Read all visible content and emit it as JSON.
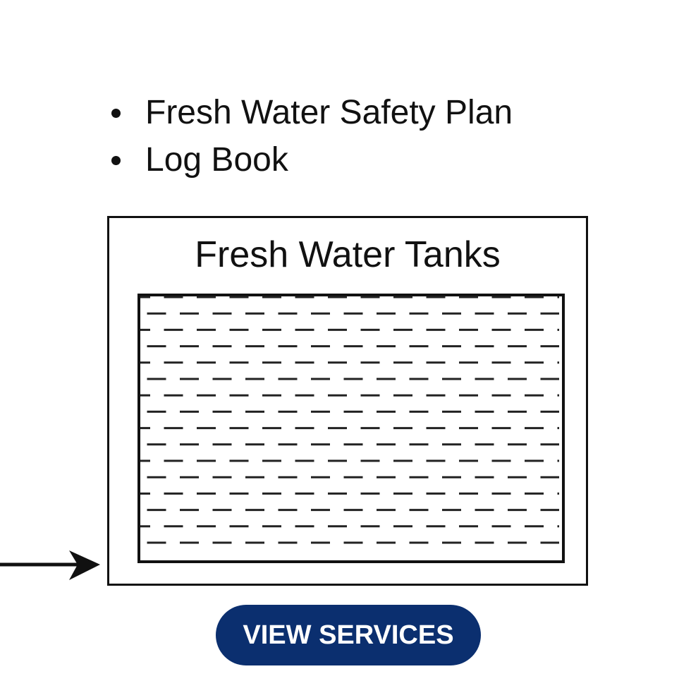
{
  "list": {
    "items": [
      "Fresh Water Safety Plan",
      "Log Book"
    ]
  },
  "diagram": {
    "title": "Fresh Water Tanks"
  },
  "button": {
    "label": "VIEW SERVICES",
    "color": "#0b2f6f"
  }
}
